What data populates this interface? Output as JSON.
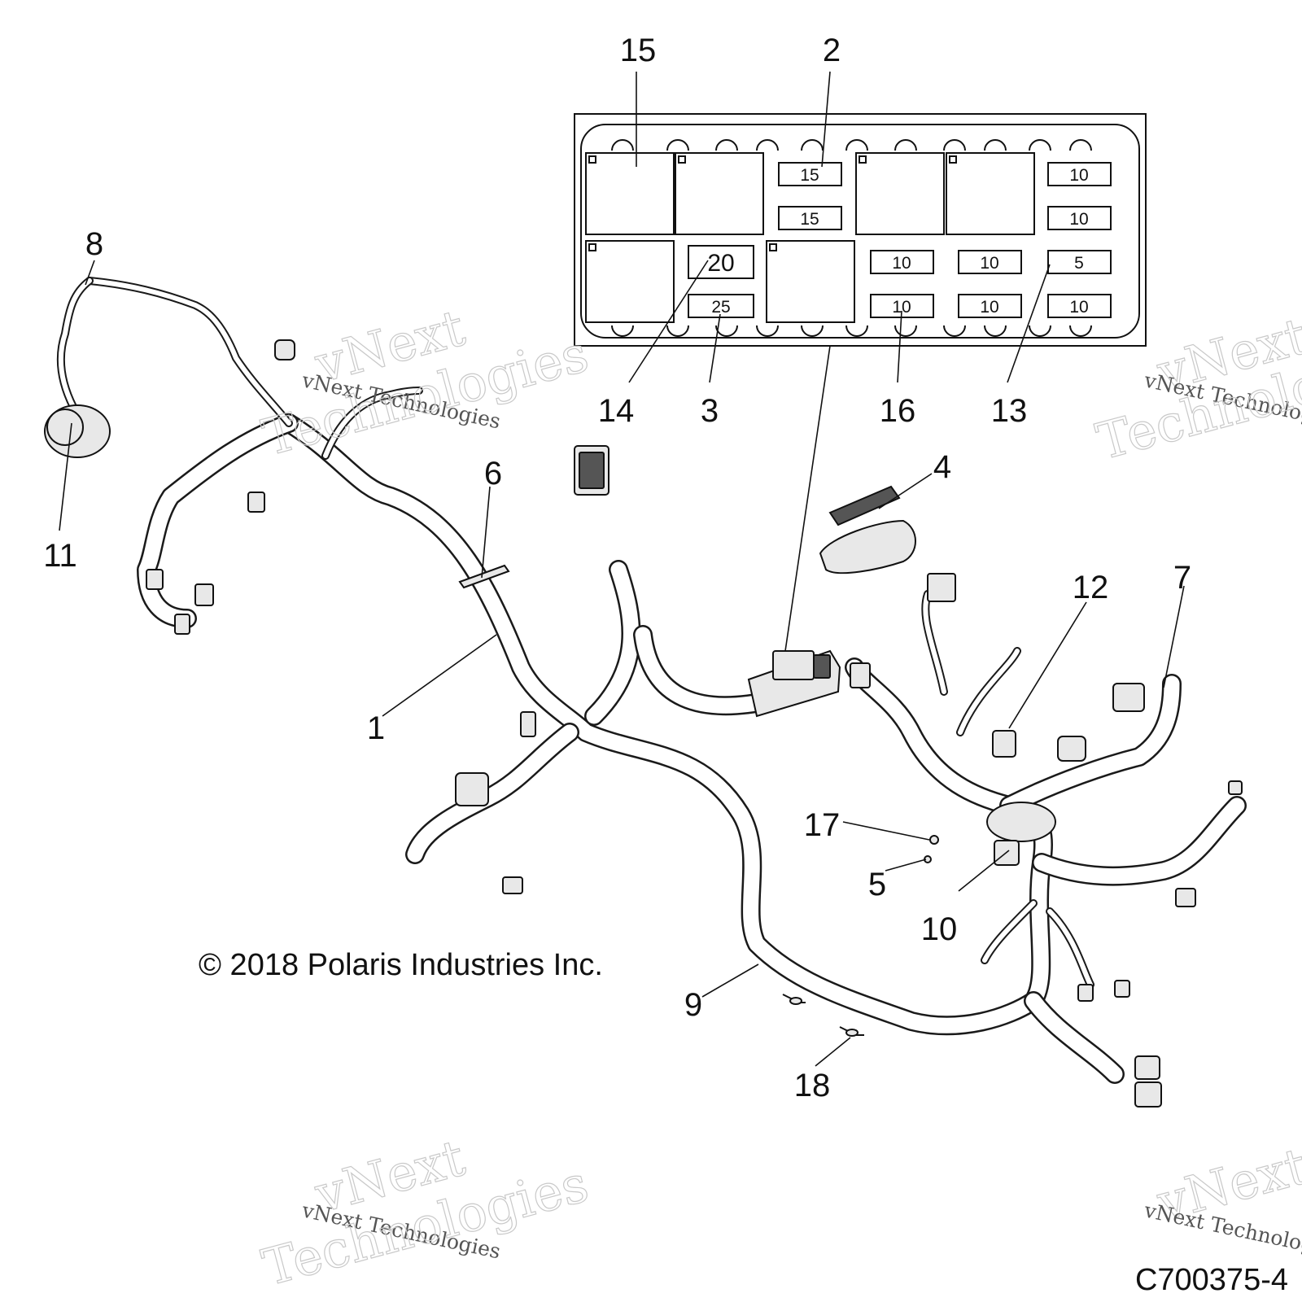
{
  "callouts": [
    "15",
    "2",
    "8",
    "14",
    "3",
    "16",
    "13",
    "11",
    "6",
    "4",
    "12",
    "7",
    "1",
    "17",
    "5",
    "10",
    "9",
    "18"
  ],
  "fuses": [
    "15",
    "15",
    "10",
    "10",
    "5",
    "10",
    "20",
    "25",
    "10",
    "10",
    "10",
    "10"
  ],
  "copyright": "© 2018 Polaris Industries Inc.",
  "diagram_id": "C700375-4",
  "watermarks": {
    "brand": "vNext",
    "company": "vNext Technologies",
    "word": "Technologies"
  }
}
